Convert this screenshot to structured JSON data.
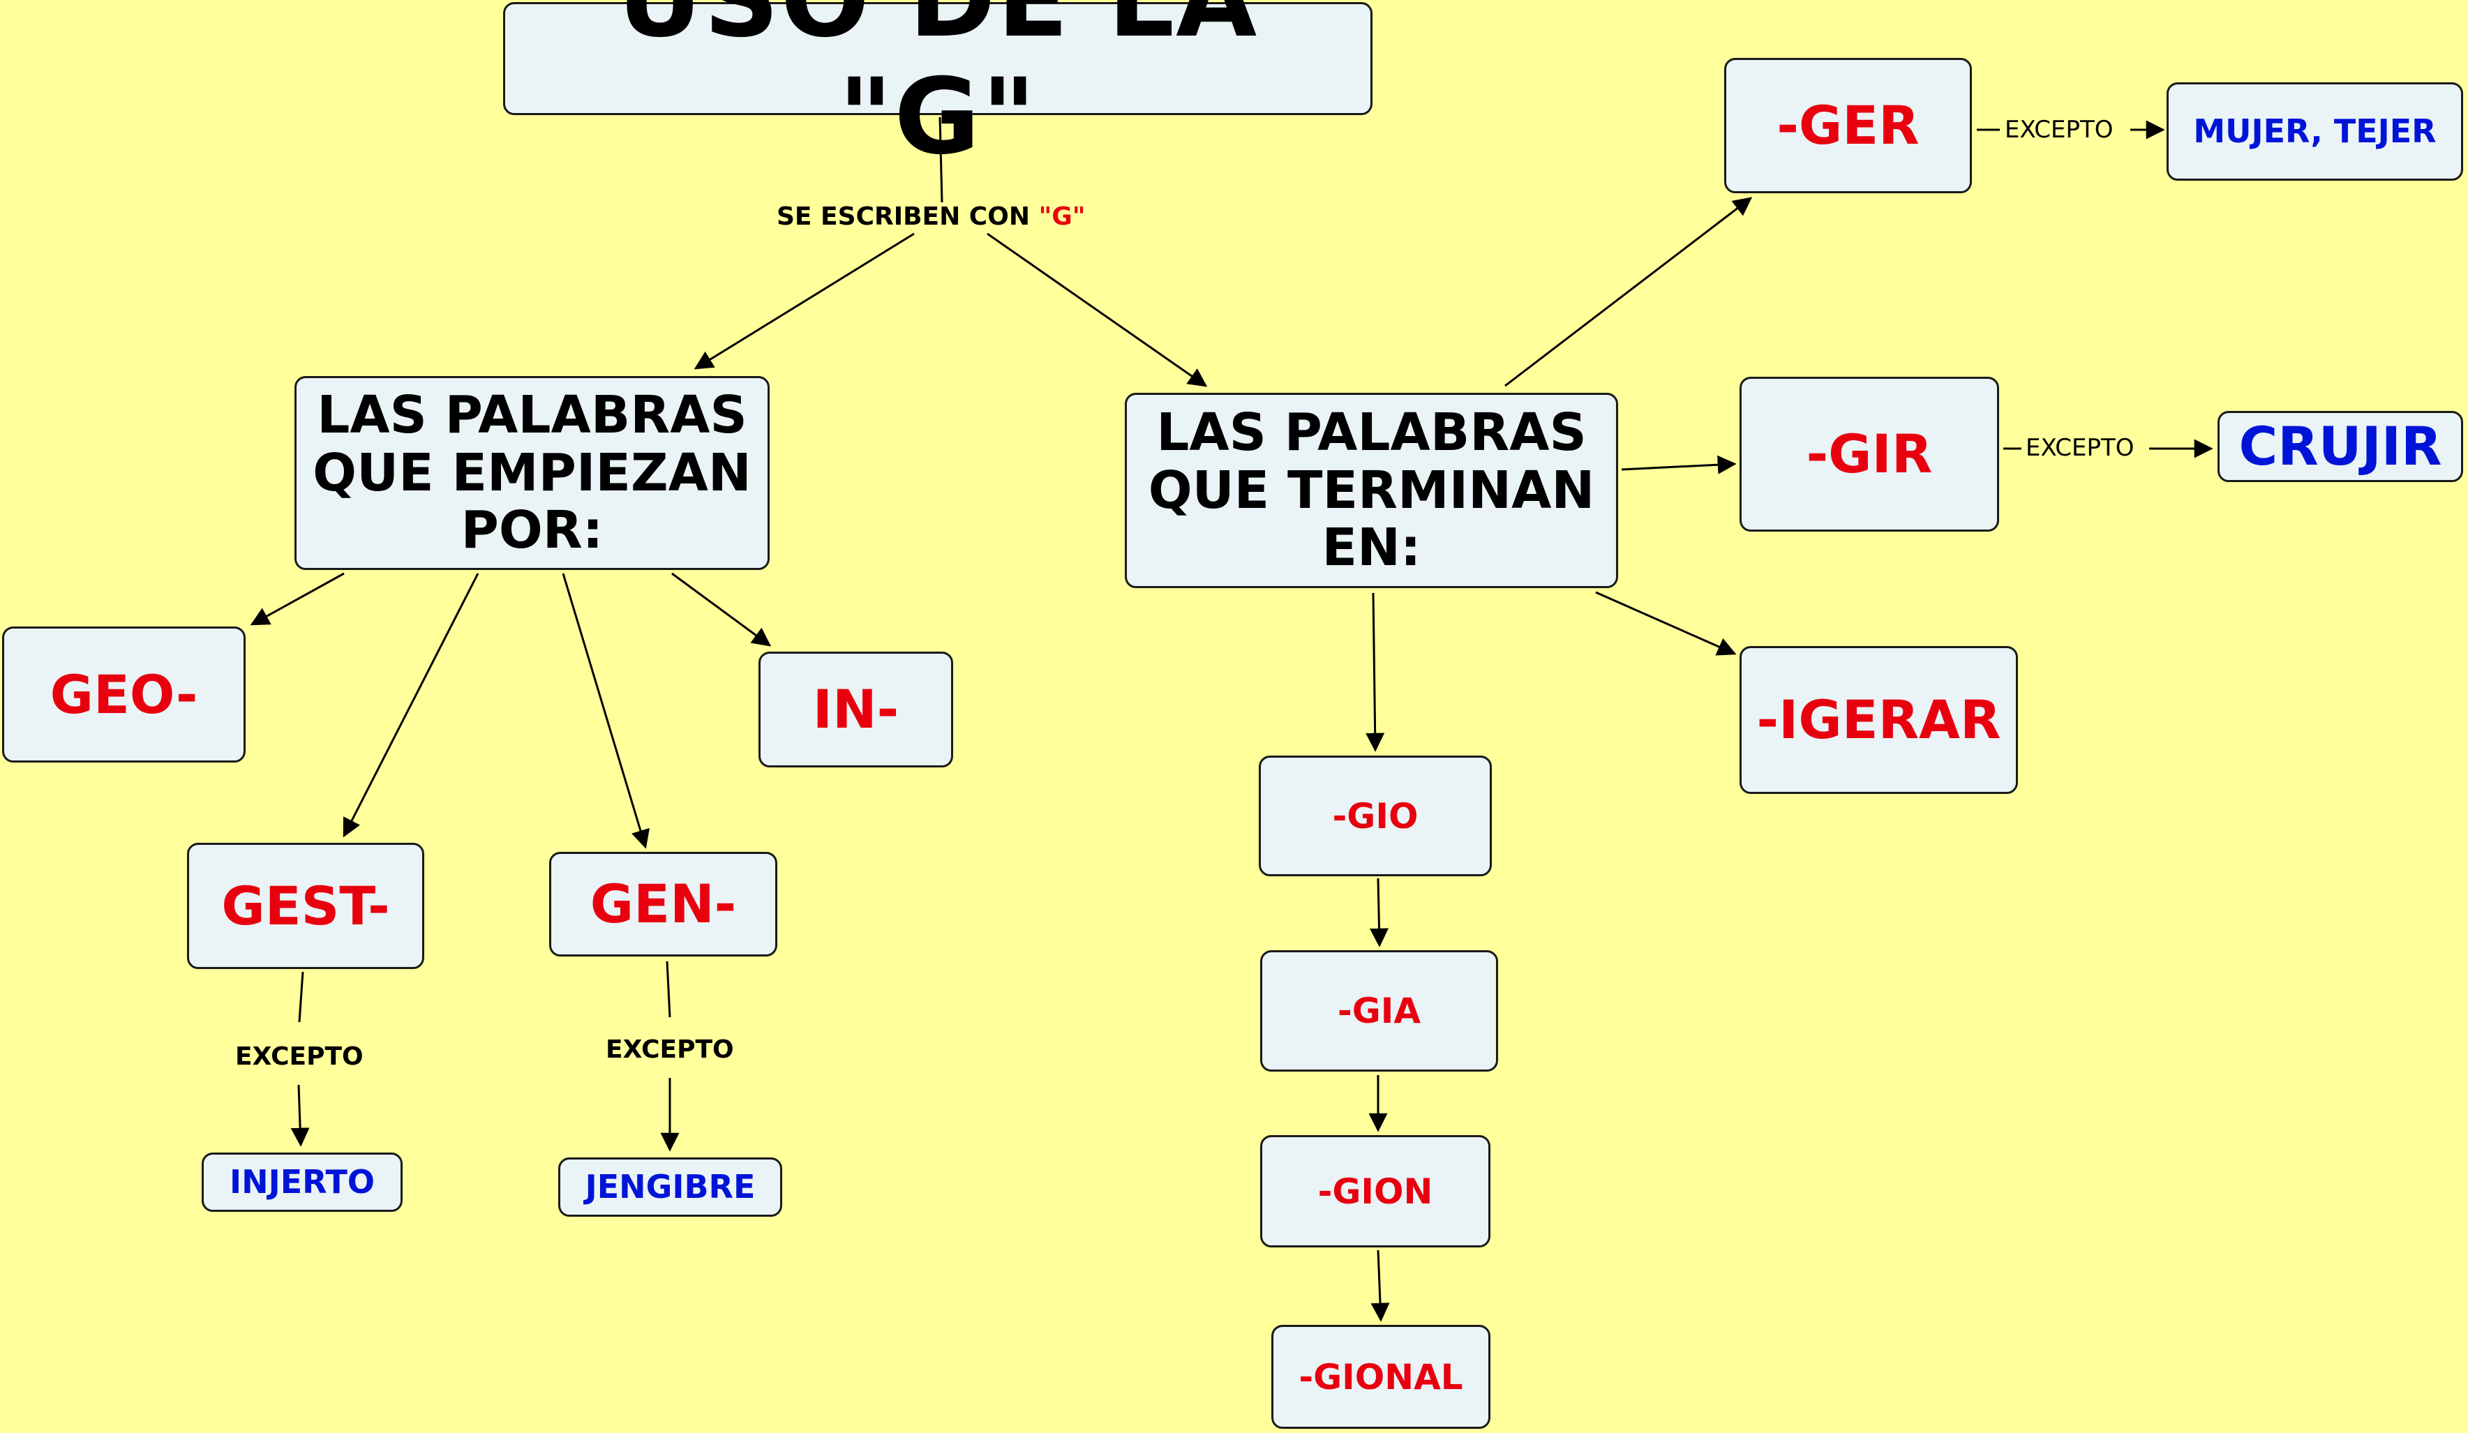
{
  "title": "USO DE LA \"G\"",
  "root_label": {
    "text": "SE ESCRIBEN  CON ",
    "highlight": "\"G\""
  },
  "branches": {
    "empiezan": {
      "label": "LAS PALABRAS QUE EMPIEZAN POR:",
      "lines": [
        "LAS PALABRAS",
        "QUE EMPIEZAN",
        "POR:"
      ],
      "items": {
        "geo": "GEO-",
        "in": "IN-",
        "gest": "GEST-",
        "gen": "GEN-"
      },
      "exceptions": {
        "gest": {
          "link": "EXCEPTO",
          "word": "INJERTO"
        },
        "gen": {
          "link": "EXCEPTO",
          "word": "JENGIBRE"
        }
      }
    },
    "terminan": {
      "label": "LAS PALABRAS QUE TERMINAN EN:",
      "lines": [
        "LAS PALABRAS",
        "QUE TERMINAN",
        "EN:"
      ],
      "items": {
        "ger": "-GER",
        "gir": "-GIR",
        "igerar": "-IGERAR",
        "gio": "-GIO",
        "gia": "-GIA",
        "gion": "-GION",
        "gional": "-GIONAL"
      },
      "exceptions": {
        "ger": {
          "link": "EXCEPTO",
          "word": "MUJER, TEJER"
        },
        "gir": {
          "link": "EXCEPTO",
          "word": "CRUJIR"
        }
      }
    }
  },
  "colors": {
    "background": "#ffff9b",
    "node_fill": "#eaf3f6",
    "red": "#e8000e",
    "blue": "#0014d8"
  }
}
